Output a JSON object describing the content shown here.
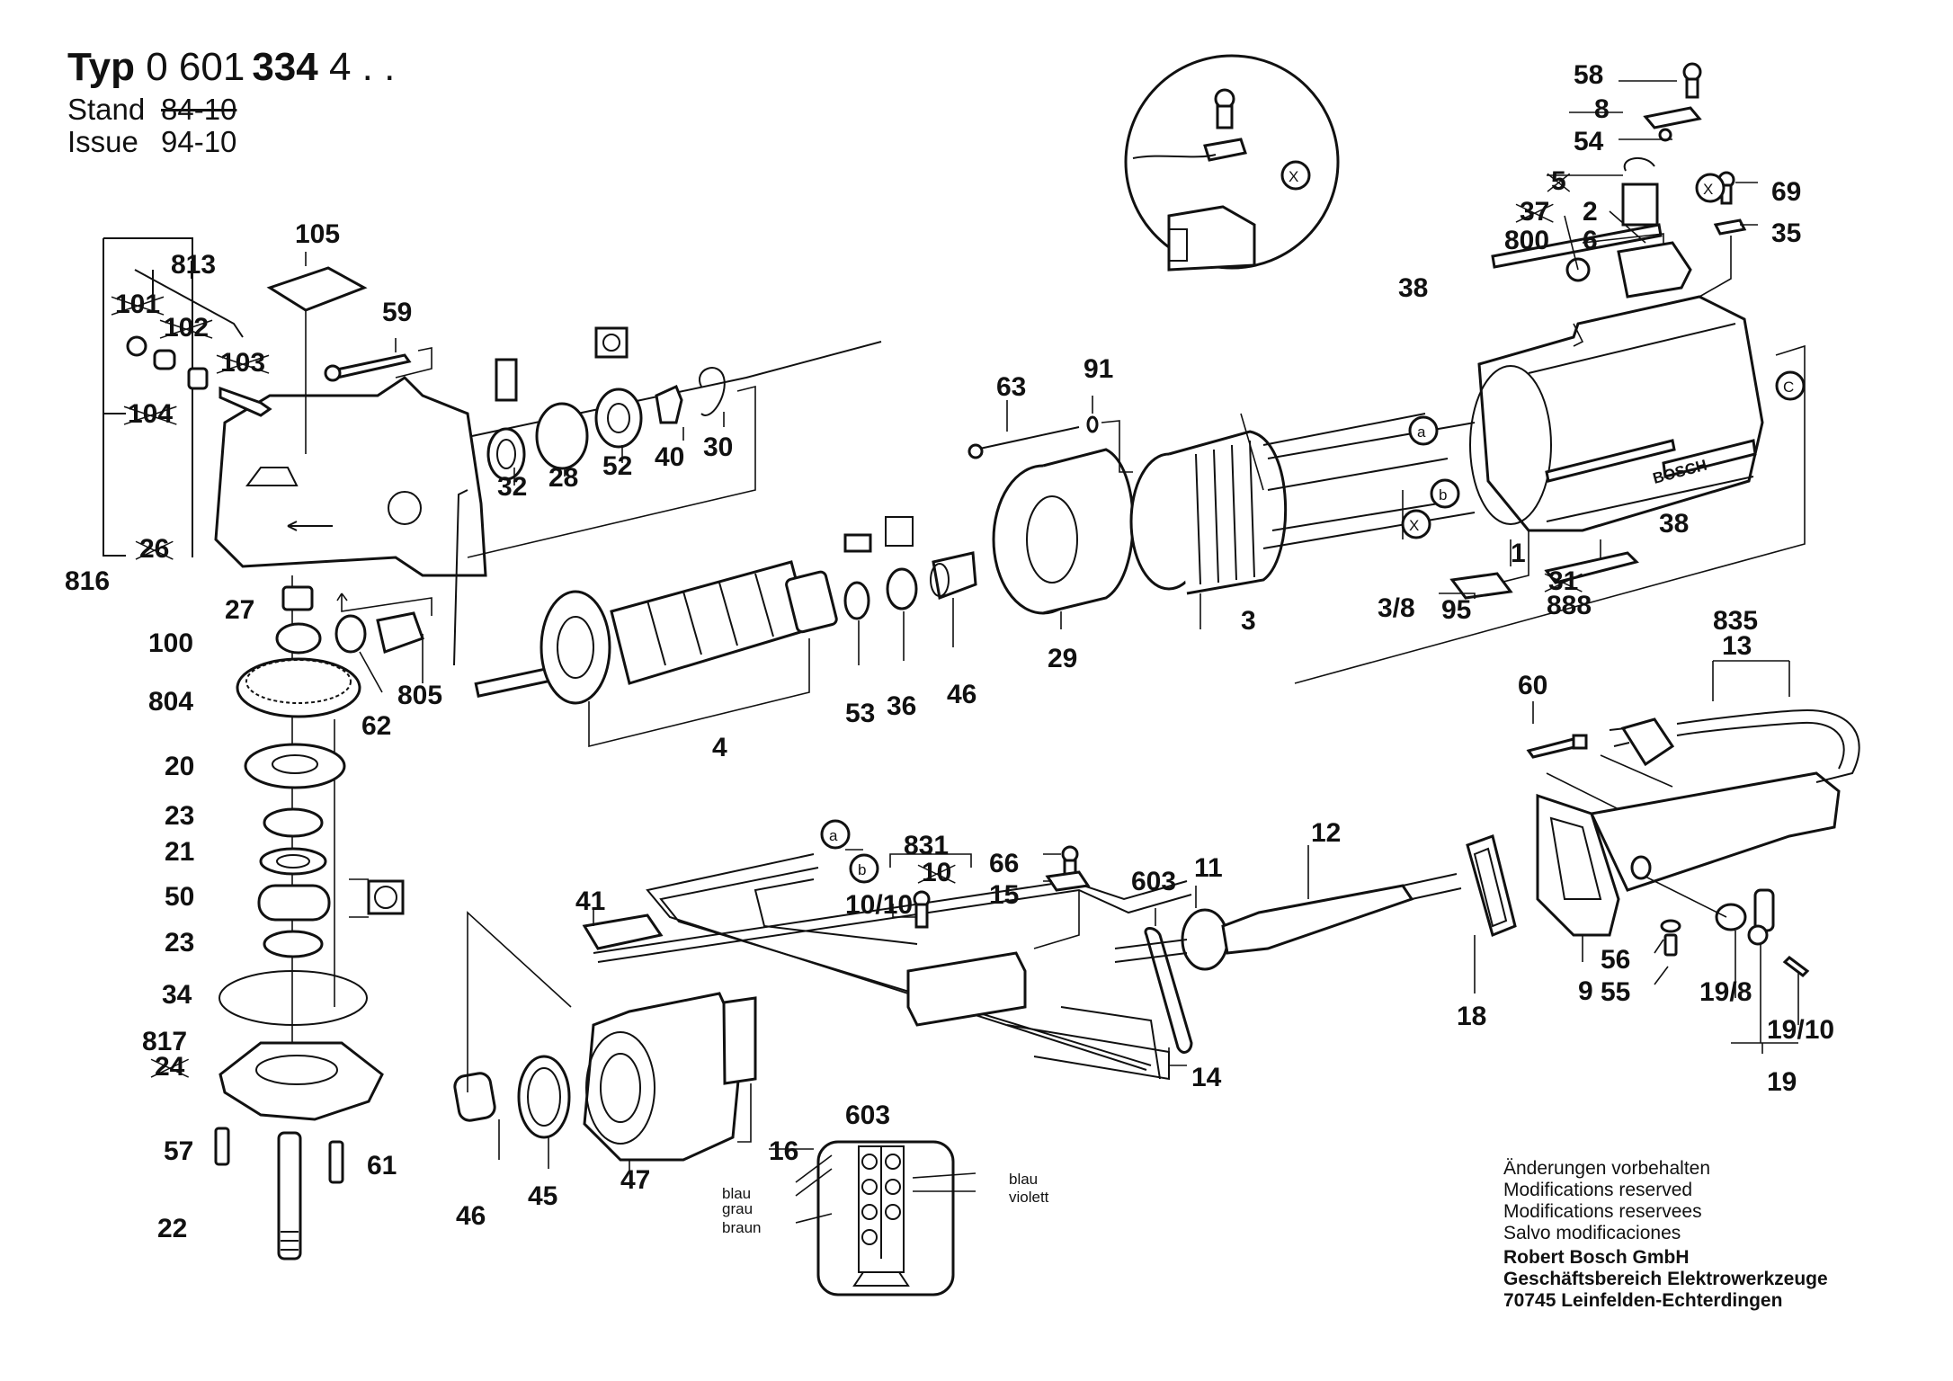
{
  "header": {
    "typ_label": "Typ",
    "typ_prefix": "0 601",
    "typ_main": "334",
    "typ_suffix": "4 . .",
    "stand_label": "Stand",
    "stand_value": "84-10",
    "issue_label": "Issue",
    "issue_value": "94-10"
  },
  "detail_callouts": {
    "a": "a",
    "b": "b",
    "c": "C",
    "x": "X"
  },
  "part_labels": [
    {
      "id": "105",
      "struck": false
    },
    {
      "id": "813",
      "struck": false
    },
    {
      "id": "101",
      "struck": true
    },
    {
      "id": "102",
      "struck": true
    },
    {
      "id": "103",
      "struck": true
    },
    {
      "id": "104",
      "struck": true
    },
    {
      "id": "59",
      "struck": false
    },
    {
      "id": "26",
      "struck": true
    },
    {
      "id": "816",
      "struck": false
    },
    {
      "id": "27",
      "struck": false
    },
    {
      "id": "100",
      "struck": false
    },
    {
      "id": "804",
      "struck": false
    },
    {
      "id": "62",
      "struck": false
    },
    {
      "id": "805",
      "struck": false
    },
    {
      "id": "20",
      "struck": false
    },
    {
      "id": "23",
      "struck": false
    },
    {
      "id": "21",
      "struck": false
    },
    {
      "id": "50",
      "struck": false
    },
    {
      "id": "23b",
      "text": "23",
      "struck": false
    },
    {
      "id": "34",
      "struck": false
    },
    {
      "id": "817",
      "struck": false
    },
    {
      "id": "24",
      "struck": true
    },
    {
      "id": "57",
      "struck": false
    },
    {
      "id": "61",
      "struck": false
    },
    {
      "id": "22",
      "struck": false
    },
    {
      "id": "32",
      "struck": false
    },
    {
      "id": "28",
      "struck": false
    },
    {
      "id": "52",
      "struck": false
    },
    {
      "id": "40",
      "struck": false
    },
    {
      "id": "30",
      "struck": false
    },
    {
      "id": "4",
      "struck": false
    },
    {
      "id": "53",
      "struck": false
    },
    {
      "id": "36",
      "struck": false
    },
    {
      "id": "46",
      "struck": false
    },
    {
      "id": "29",
      "struck": false
    },
    {
      "id": "63",
      "struck": false
    },
    {
      "id": "91",
      "struck": false
    },
    {
      "id": "3",
      "struck": false
    },
    {
      "id": "3/8",
      "struck": false
    },
    {
      "id": "38",
      "struck": false
    },
    {
      "id": "38b",
      "text": "38",
      "struck": false
    },
    {
      "id": "1",
      "struck": false
    },
    {
      "id": "31",
      "struck": true
    },
    {
      "id": "888",
      "struck": false
    },
    {
      "id": "95",
      "struck": false
    },
    {
      "id": "58",
      "struck": false
    },
    {
      "id": "8",
      "struck": false
    },
    {
      "id": "54",
      "struck": false
    },
    {
      "id": "5",
      "struck": true
    },
    {
      "id": "37",
      "struck": true
    },
    {
      "id": "800",
      "struck": false
    },
    {
      "id": "2",
      "struck": false
    },
    {
      "id": "6",
      "struck": false
    },
    {
      "id": "69",
      "struck": false
    },
    {
      "id": "35",
      "struck": false
    },
    {
      "id": "835",
      "struck": false
    },
    {
      "id": "13",
      "struck": false
    },
    {
      "id": "60",
      "struck": false
    },
    {
      "id": "41",
      "struck": false
    },
    {
      "id": "831",
      "struck": false
    },
    {
      "id": "10",
      "struck": true
    },
    {
      "id": "10/10",
      "struck": false
    },
    {
      "id": "66",
      "struck": false
    },
    {
      "id": "15",
      "struck": false
    },
    {
      "id": "603",
      "struck": false
    },
    {
      "id": "603b",
      "text": "603",
      "struck": false
    },
    {
      "id": "11",
      "struck": false
    },
    {
      "id": "12",
      "struck": false
    },
    {
      "id": "14",
      "struck": false
    },
    {
      "id": "18",
      "struck": false
    },
    {
      "id": "9",
      "struck": false
    },
    {
      "id": "56",
      "struck": false
    },
    {
      "id": "55",
      "struck": false
    },
    {
      "id": "19/8",
      "struck": false
    },
    {
      "id": "19/10",
      "struck": false
    },
    {
      "id": "19",
      "struck": false
    },
    {
      "id": "46b",
      "text": "46",
      "struck": false
    },
    {
      "id": "45",
      "struck": false
    },
    {
      "id": "47",
      "struck": false
    },
    {
      "id": "16",
      "struck": false
    }
  ],
  "wiring": {
    "left": [
      "blau",
      "grau",
      "braun"
    ],
    "right": [
      "blau",
      "violett"
    ]
  },
  "stator_nameplate": "BOSCH",
  "footer": {
    "notices": [
      "Änderungen vorbehalten",
      "Modifications reserved",
      "Modifications reservees",
      "Salvo modificaciones"
    ],
    "company": [
      "Robert Bosch GmbH",
      "Geschäftsbereich Elektrowerkzeuge",
      "70745 Leinfelden-Echterdingen"
    ]
  }
}
